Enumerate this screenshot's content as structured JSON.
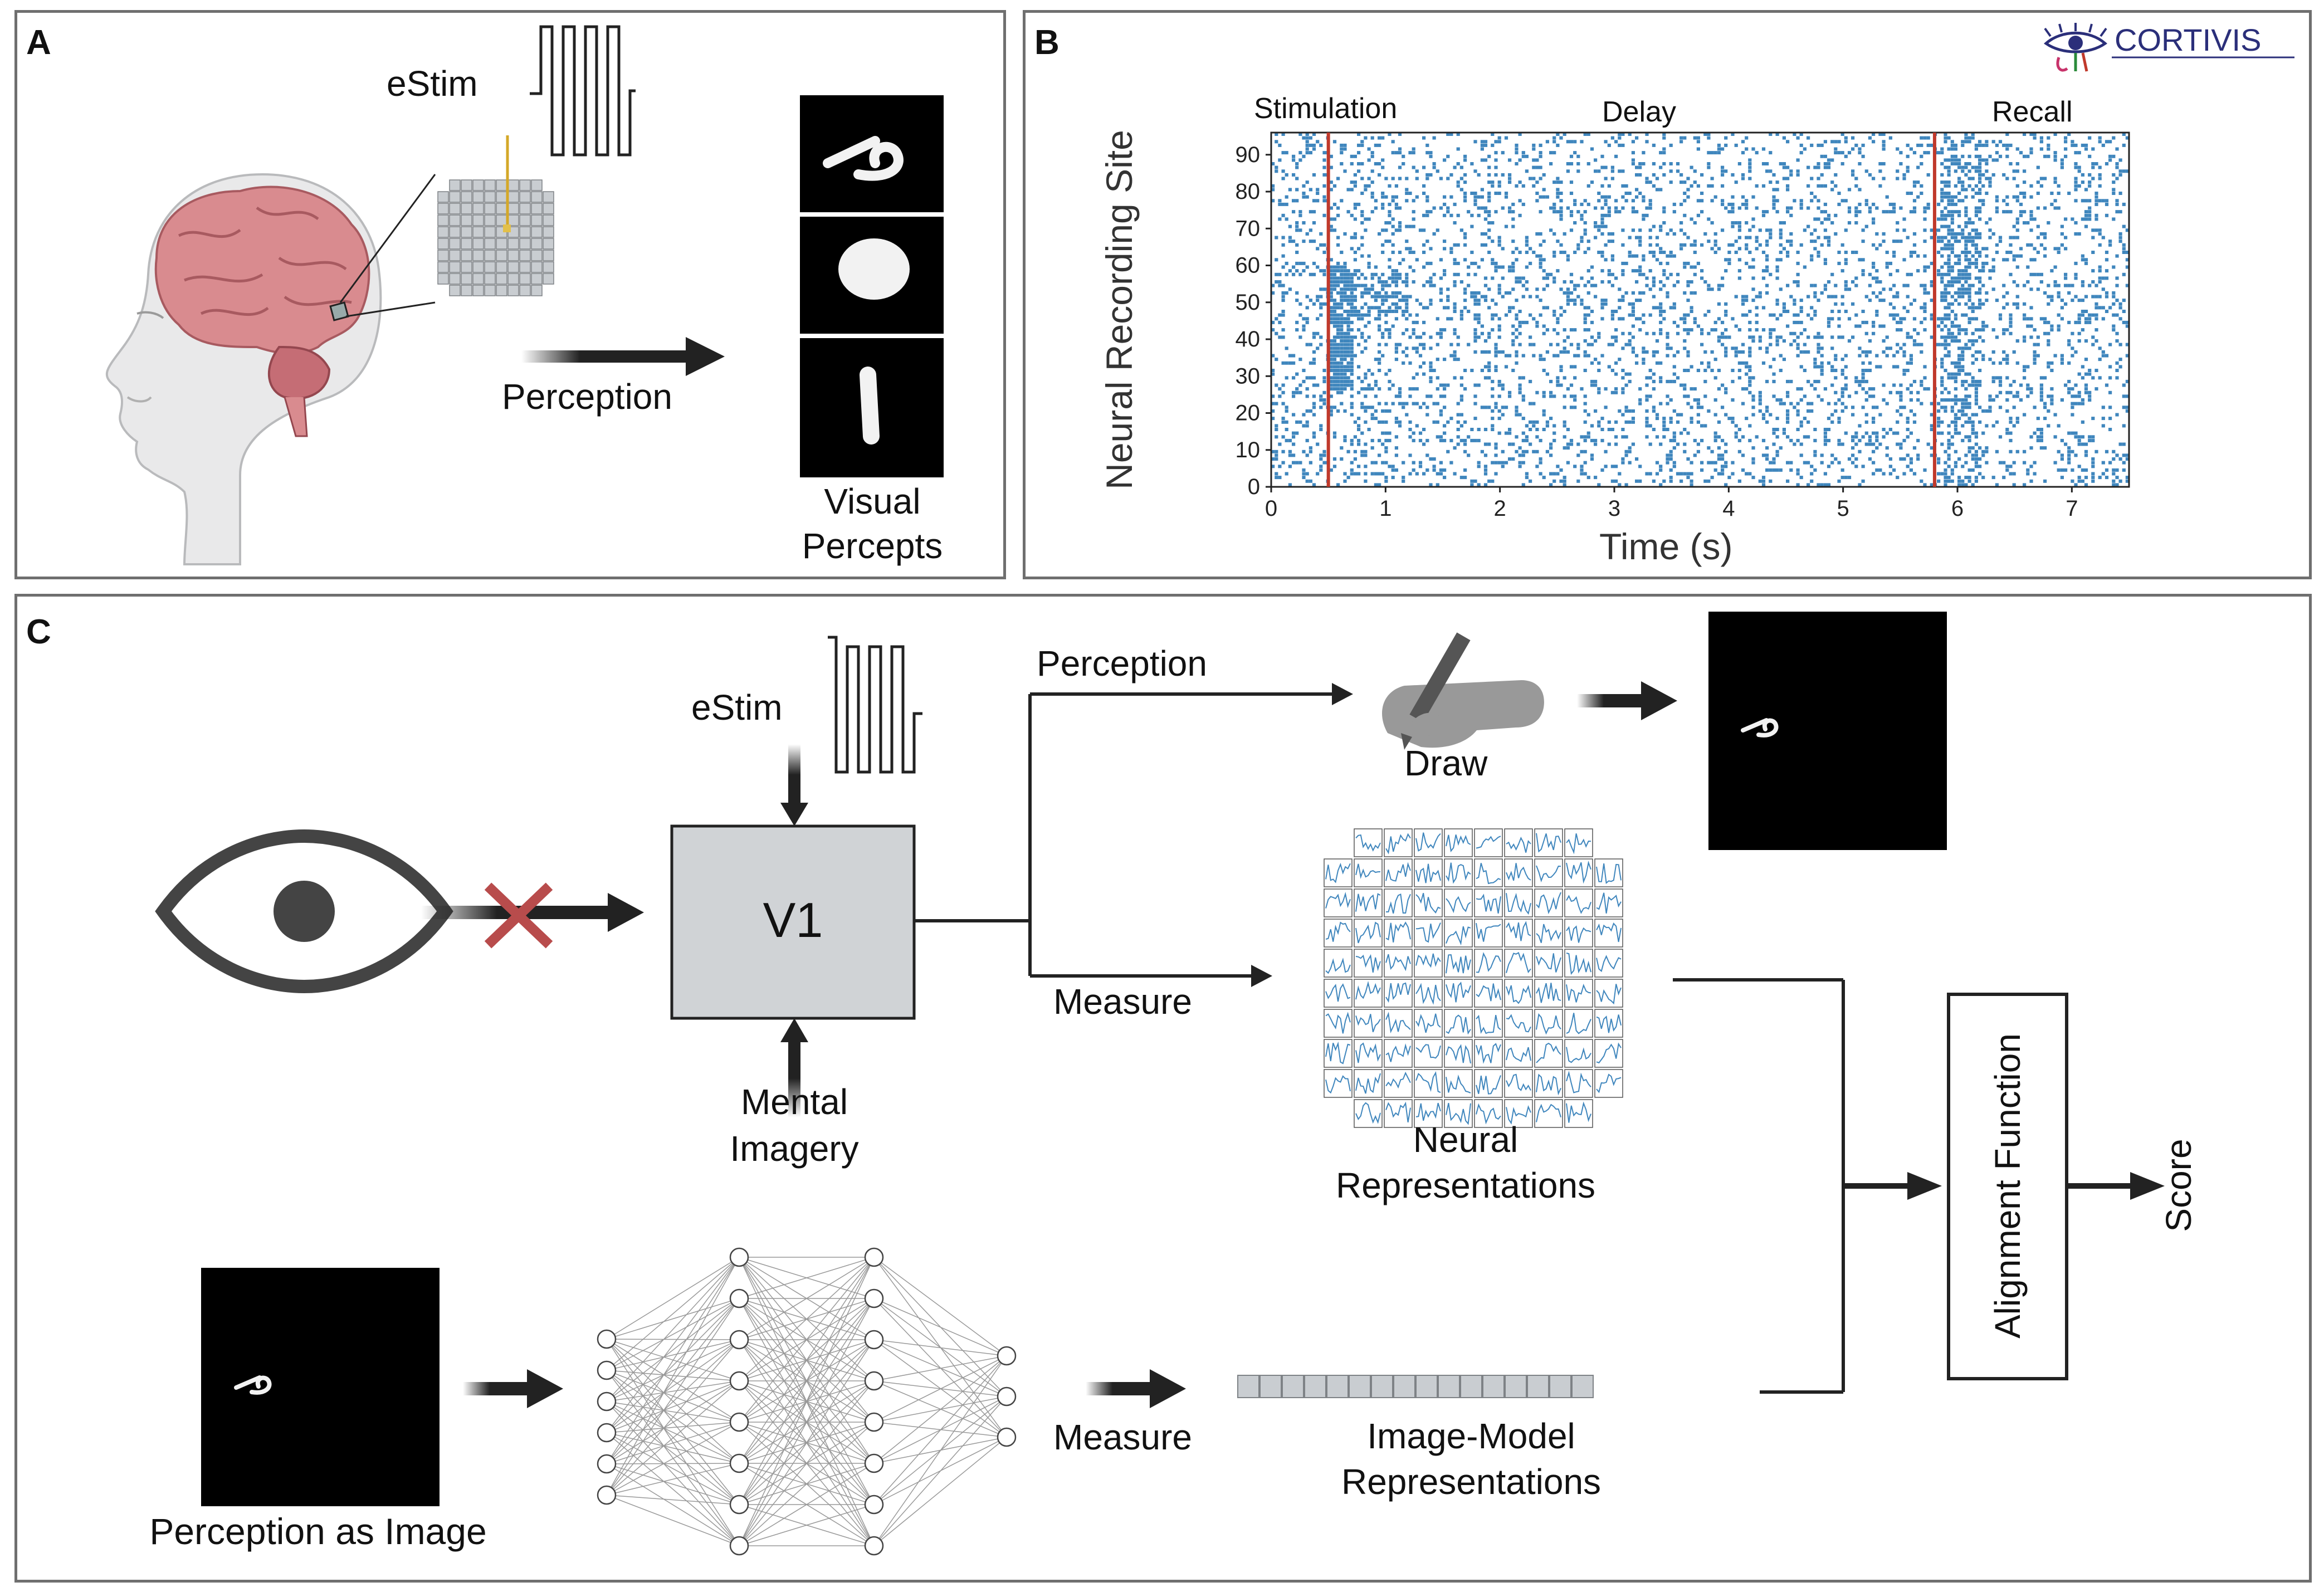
{
  "panels": {
    "a": {
      "letter": "A",
      "estim_label": "eStim",
      "arrow_label": "Perception",
      "percepts_label_line1": "Visual",
      "percepts_label_line2": "Percepts"
    },
    "b": {
      "letter": "B",
      "logo_text": "CORTIVIS",
      "phase_labels": [
        "Stimulation",
        "Delay",
        "Recall"
      ]
    },
    "c": {
      "letter": "C",
      "estim_label": "eStim",
      "v1_label": "V1",
      "mental_imagery_line1": "Mental",
      "mental_imagery_line2": "Imagery",
      "perception_label": "Perception",
      "draw_label": "Draw",
      "measure_label_top": "Measure",
      "neural_rep_line1": "Neural",
      "neural_rep_line2": "Representations",
      "perception_as_image_label": "Perception as Image",
      "measure_label_bottom": "Measure",
      "image_model_line1": "Image-Model",
      "image_model_line2": "Representations",
      "alignment_label": "Alignment Function",
      "score_label": "Score"
    }
  },
  "chart_data": {
    "type": "raster",
    "title": "",
    "xlabel": "Time (s)",
    "ylabel": "Neural Recording Site",
    "xlim": [
      0,
      7.5
    ],
    "ylim": [
      0,
      96
    ],
    "x_ticks": [
      0,
      1,
      2,
      3,
      4,
      5,
      6,
      7
    ],
    "y_ticks": [
      0,
      10,
      20,
      30,
      40,
      50,
      60,
      70,
      80,
      90
    ],
    "event_markers": [
      {
        "x": 0.5,
        "color": "#c0392b"
      },
      {
        "x": 5.8,
        "color": "#c0392b"
      }
    ],
    "spike_color": "#3f86bd",
    "annotations": [
      "Stimulation",
      "Delay",
      "Recall"
    ]
  },
  "colors": {
    "frame": "#6f6f6f",
    "spike_blue": "#3f86bd",
    "marker_red": "#c0392b",
    "v1_box": "#d0d3d6",
    "cross_red": "#b84c4c",
    "arrow": "#222222"
  }
}
